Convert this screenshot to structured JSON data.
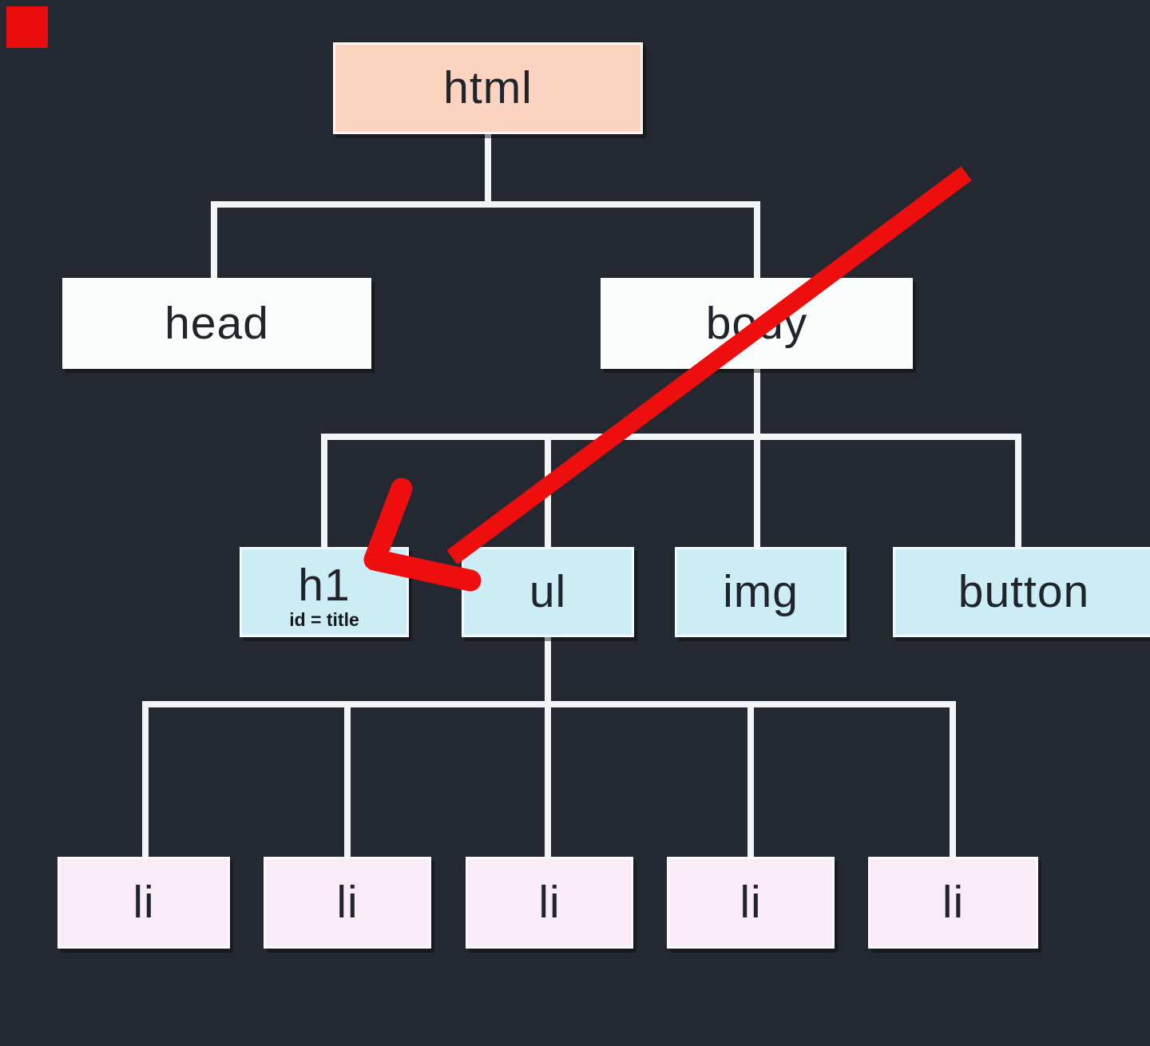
{
  "diagram": {
    "description": "DOM tree diagram",
    "nodes": {
      "html": {
        "label": "html"
      },
      "head": {
        "label": "head"
      },
      "body": {
        "label": "body"
      },
      "h1": {
        "label": "h1",
        "annotation": "id = title"
      },
      "ul": {
        "label": "ul"
      },
      "img": {
        "label": "img"
      },
      "button": {
        "label": "button"
      },
      "li1": {
        "label": "li"
      },
      "li2": {
        "label": "li"
      },
      "li3": {
        "label": "li"
      },
      "li4": {
        "label": "li"
      },
      "li5": {
        "label": "li"
      }
    },
    "edges": [
      [
        "html",
        "head"
      ],
      [
        "html",
        "body"
      ],
      [
        "body",
        "h1"
      ],
      [
        "body",
        "ul"
      ],
      [
        "body",
        "img"
      ],
      [
        "body",
        "button"
      ],
      [
        "ul",
        "li1"
      ],
      [
        "ul",
        "li2"
      ],
      [
        "ul",
        "li3"
      ],
      [
        "ul",
        "li4"
      ],
      [
        "ul",
        "li5"
      ]
    ],
    "colors": {
      "background": "#232831",
      "root_node_fill": "#fad4c1",
      "level2_node_fill": "#fbfdfd",
      "level3_node_fill": "#cdedf6",
      "leaf_node_fill": "#f9ecf7",
      "connector": "#f2f4f5",
      "arrow_accent": "#ee0e0e",
      "text": "#20242b"
    }
  }
}
